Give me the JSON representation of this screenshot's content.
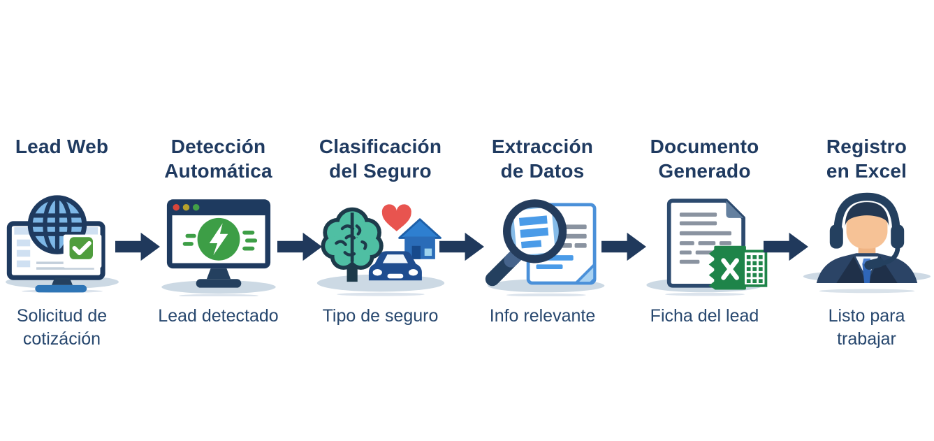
{
  "page": {
    "background": "#ffffff"
  },
  "flow": {
    "steps": [
      {
        "title": [
          "Lead Web"
        ],
        "caption": [
          "Solicitud de",
          "cotizáción"
        ],
        "icon": "monitor-globe-check"
      },
      {
        "title": [
          "Detección",
          "Automática"
        ],
        "caption": [
          "Lead detectado"
        ],
        "icon": "browser-lightning-bolt"
      },
      {
        "title": [
          "Clasificación",
          "del Seguro"
        ],
        "caption": [
          "Tipo de seguro"
        ],
        "icon": "brain-heart-house-car"
      },
      {
        "title": [
          "Extracción",
          "de Datos"
        ],
        "caption": [
          "Info relevante"
        ],
        "icon": "magnifier-document"
      },
      {
        "title": [
          "Documento",
          "Generado"
        ],
        "caption": [
          "Ficha del lead"
        ],
        "icon": "document-excel"
      },
      {
        "title": [
          "Registro",
          "en Excel"
        ],
        "caption": [
          "Listo para trabajar"
        ],
        "icon": "support-agent-headset"
      }
    ],
    "colors": {
      "title_text": "#1f3a60",
      "caption_text": "#27476e",
      "arrow": "#20395c",
      "shadow": "#ccd9e4",
      "navy_outline": "#1e3a5f",
      "globe_blue": "#7db7e6",
      "check_green": "#4f9d3d",
      "bolt_green": "#3d9e46",
      "brain_teal": "#4fbfa3",
      "heart_red": "#e8544f",
      "house_blue": "#2a6cb8",
      "car_blue": "#1f4d8f",
      "doc_border_blue": "#4a90d9",
      "excel_green": "#1e8449",
      "skin": "#f6c296",
      "suit_navy": "#2b4466",
      "tie_blue": "#2f66b8"
    }
  }
}
